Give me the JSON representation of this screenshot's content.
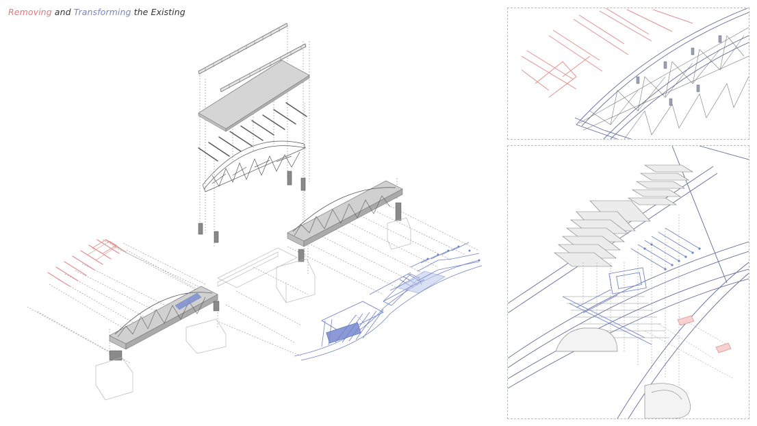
{
  "title": {
    "word1": "Removing",
    "word2": " and ",
    "word3": "Transforming",
    "word4": " the Existing"
  },
  "colors": {
    "remove": "#e58f8f",
    "transform": "#6e82c8",
    "existing": "#8a8a8a",
    "dashed": "#9a9a9a",
    "title_text": "#333333"
  },
  "panels": {
    "top": {
      "view": "detail-arch-truss"
    },
    "bottom": {
      "view": "detail-staircase-platform"
    }
  }
}
